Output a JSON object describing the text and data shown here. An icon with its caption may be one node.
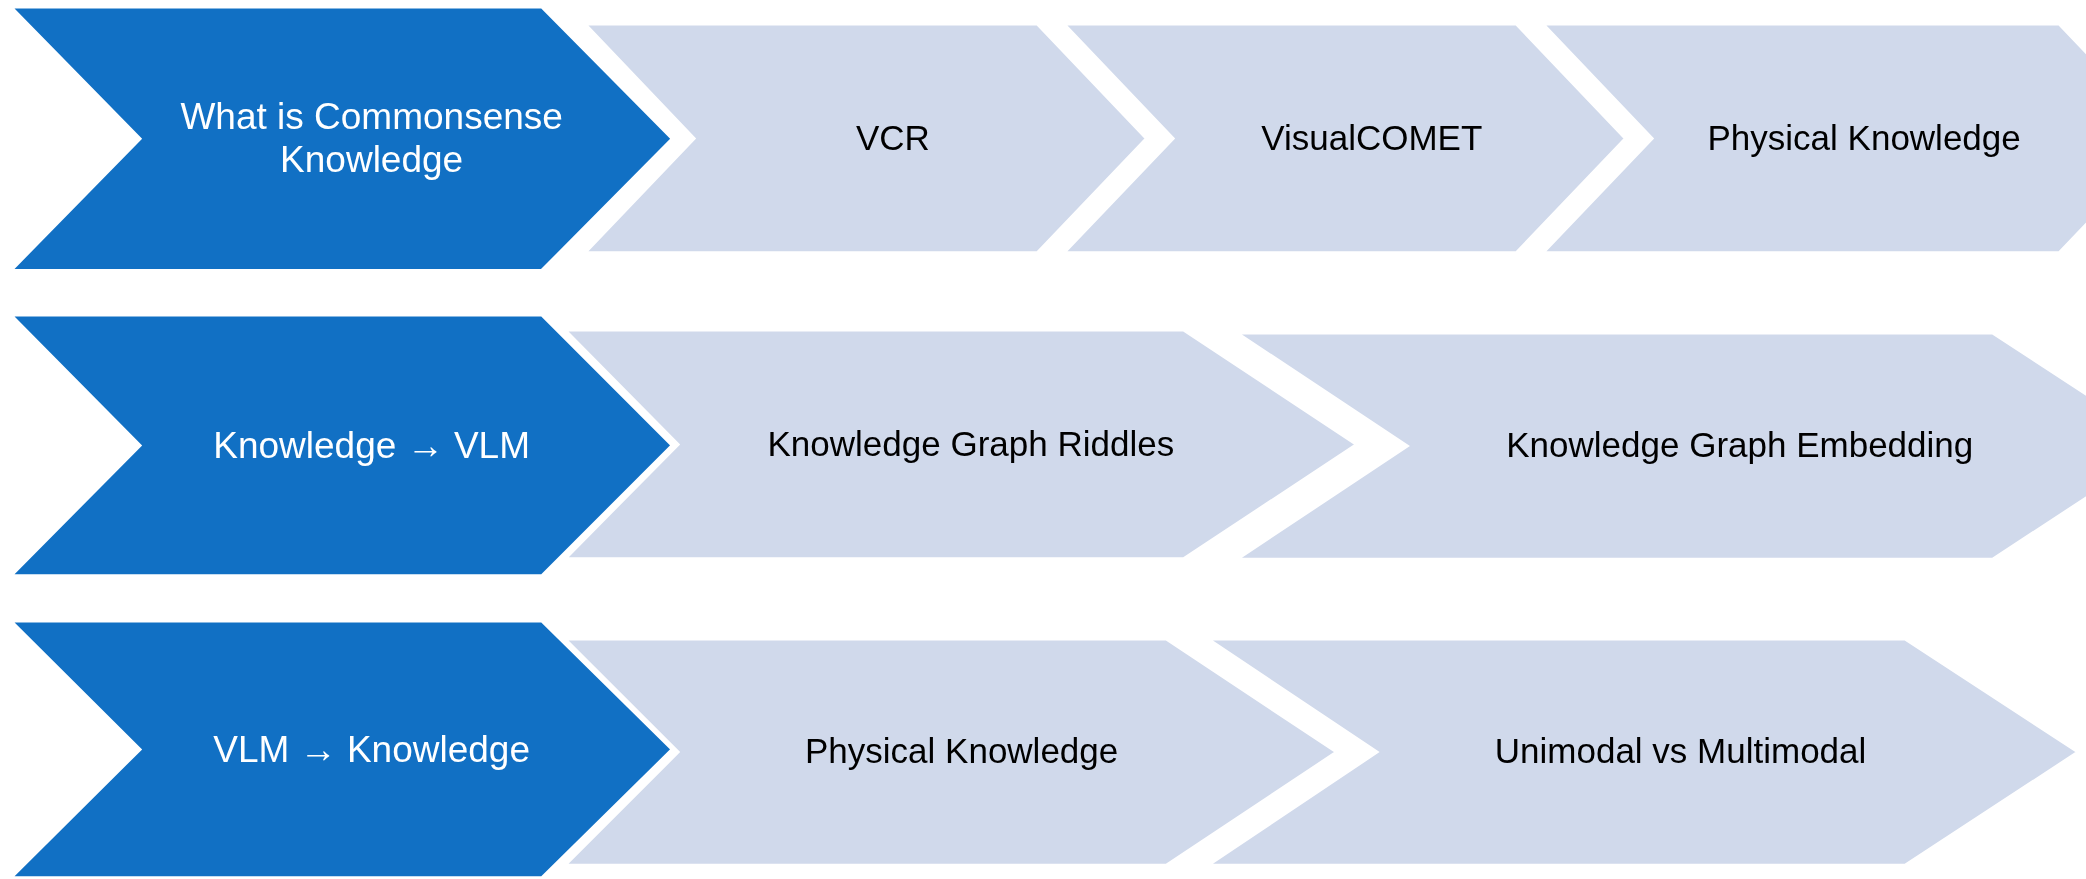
{
  "diagram": {
    "nodes": [
      {
        "text": [
          "What is Commonsense Knowledge"
        ]
      },
      {
        "text": [
          "VCR"
        ]
      },
      {
        "text": [
          "VisualCOMET"
        ]
      },
      {
        "text": [
          "Physical Knowledge"
        ]
      },
      {
        "text": [
          "Knowledge → VLM"
        ]
      },
      {
        "text": [
          "Knowledge Graph Riddles"
        ]
      },
      {
        "text": [
          "Knowledge Graph Embedding"
        ]
      },
      {
        "text": [
          "VLM → Knowledge"
        ]
      },
      {
        "text": [
          "Physical Knowledge"
        ]
      },
      {
        "text": [
          "Unimodal vs Multimodal"
        ]
      }
    ]
  }
}
